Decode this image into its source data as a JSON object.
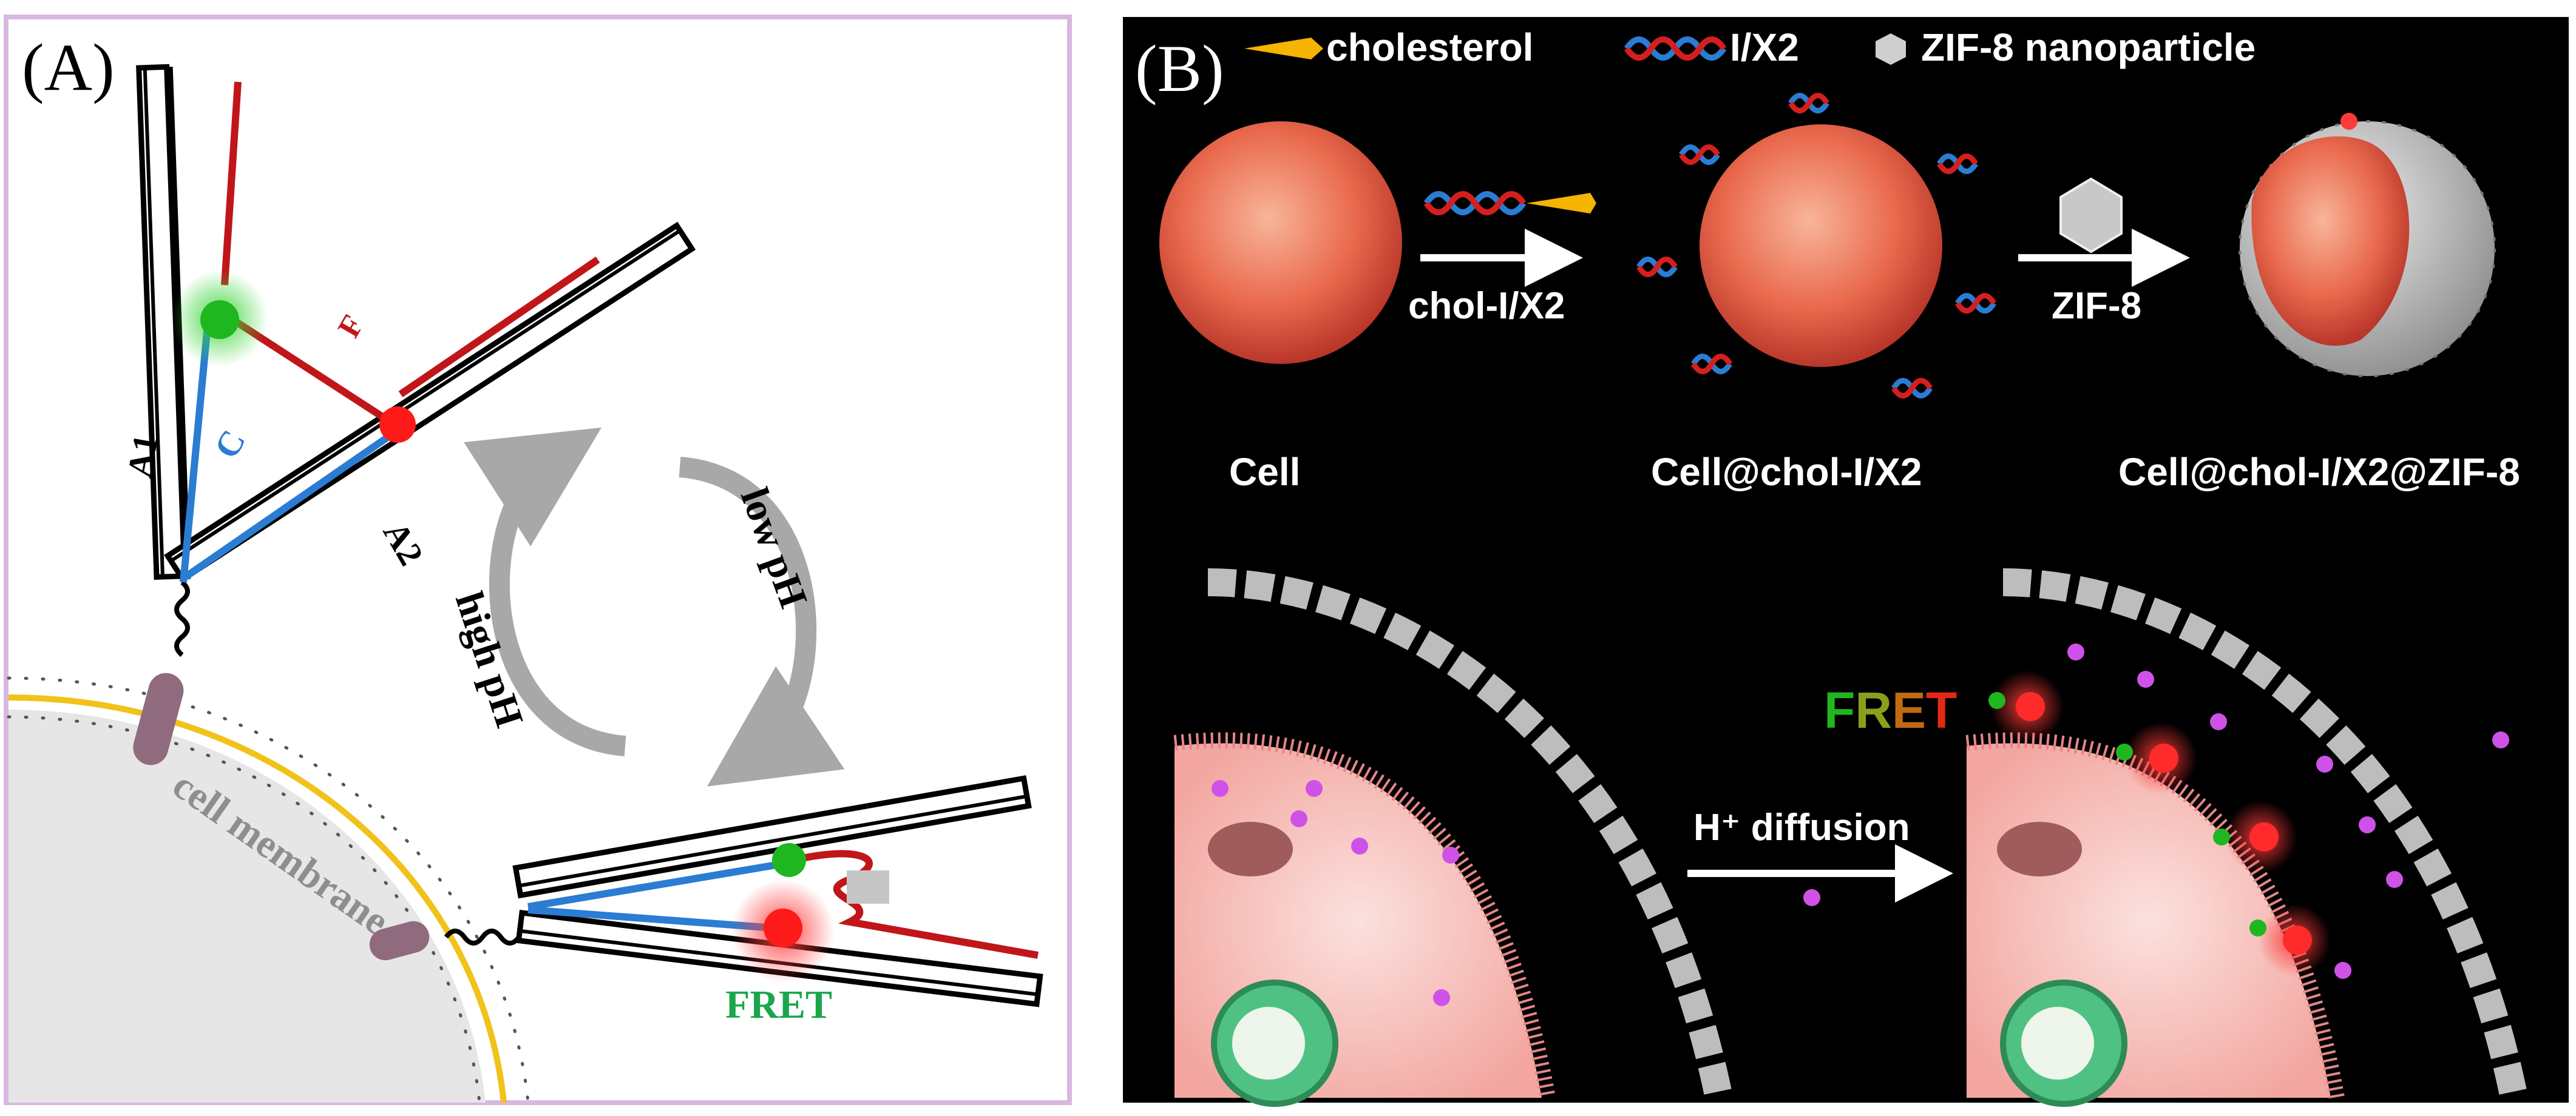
{
  "panel_a": {
    "label": "(A)",
    "strand_labels": {
      "a1": "A1",
      "a2": "A2",
      "c": "C",
      "f": "F"
    },
    "cycle": {
      "low": "low pH",
      "high": "high pH"
    },
    "membrane": "cell membrane",
    "fret": "FRET"
  },
  "panel_b": {
    "label": "(B)",
    "legend": {
      "cholesterol": "cholesterol",
      "ix2": "I/X2",
      "zif8": "ZIF-8 nanoparticle"
    },
    "arrows": {
      "first": "chol-I/X2",
      "second": "ZIF-8",
      "diffusion": "H⁺ diffusion"
    },
    "captions": {
      "cell": "Cell",
      "cell_chol": "Cell@chol-I/X2",
      "cell_chol_zif": "Cell@chol-I/X2@ZIF-8"
    },
    "fret": [
      "F",
      "R",
      "E",
      "T"
    ]
  },
  "colors": {
    "red_strand": "#c0161a",
    "blue_strand": "#2b7cd3",
    "green_dot": "#1fb71f",
    "red_dot": "#ff1a1a",
    "fret_a": "#1aa64b",
    "panel_b_bg": "#000000",
    "panel_a_border": "#d7b8e0",
    "cholesterol": "#f5b400"
  }
}
